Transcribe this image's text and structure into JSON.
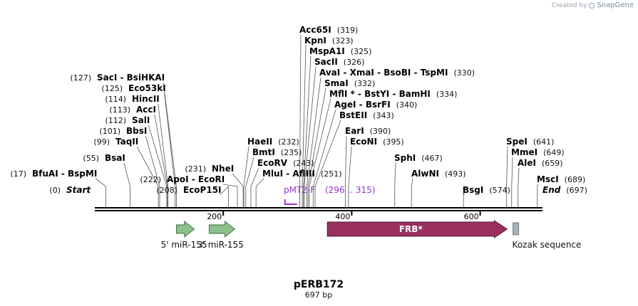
{
  "watermark": {
    "created_by": "Created by",
    "brand": "SnapGene"
  },
  "plasmid": {
    "name": "pERB172",
    "length_label": "697 bp",
    "length": 697
  },
  "colors": {
    "frb": "#99305f",
    "arrow_green": "#8cc08c",
    "kozak": "#a9b0b6",
    "primer": "#9933cc",
    "backbone": "#000000"
  },
  "axis": {
    "ticks": [
      200,
      400,
      600
    ]
  },
  "sites": [
    {
      "name": "Start",
      "pos": 0,
      "pos_label": "(0)",
      "italic": true
    },
    {
      "name": "BfuAI - BspMI",
      "pos": 17,
      "pos_label": "(17)"
    },
    {
      "name": "BsaI",
      "pos": 55,
      "pos_label": "(55)"
    },
    {
      "name": "TaqII",
      "pos": 99,
      "pos_label": "(99)"
    },
    {
      "name": "BbsI",
      "pos": 101,
      "pos_label": "(101)"
    },
    {
      "name": "SalI",
      "pos": 112,
      "pos_label": "(112)"
    },
    {
      "name": "AccI",
      "pos": 113,
      "pos_label": "(113)"
    },
    {
      "name": "HincII",
      "pos": 114,
      "pos_label": "(114)"
    },
    {
      "name": "Eco53kI",
      "pos": 125,
      "pos_label": "(125)"
    },
    {
      "name": "SacI - BsiHKAI",
      "pos": 127,
      "pos_label": "(127)"
    },
    {
      "name": "EcoP15I",
      "pos": 208,
      "pos_label": "(208)"
    },
    {
      "name": "ApoI - EcoRI",
      "pos": 222,
      "pos_label": "(222)"
    },
    {
      "name": "NheI",
      "pos": 231,
      "pos_label": "(231)"
    },
    {
      "name": "HaeII",
      "pos": 232,
      "pos_label": "(232)"
    },
    {
      "name": "BmtI",
      "pos": 235,
      "pos_label": "(235)"
    },
    {
      "name": "EcoRV",
      "pos": 243,
      "pos_label": "(243)"
    },
    {
      "name": "MluI - AflIII",
      "pos": 251,
      "pos_label": "(251)"
    },
    {
      "name": "Acc65I",
      "pos": 319,
      "pos_label": "(319)"
    },
    {
      "name": "KpnI",
      "pos": 323,
      "pos_label": "(323)"
    },
    {
      "name": "MspA1I",
      "pos": 325,
      "pos_label": "(325)"
    },
    {
      "name": "SacII",
      "pos": 326,
      "pos_label": "(326)"
    },
    {
      "name": "AvaI - XmaI - BsoBI - TspMI",
      "pos": 330,
      "pos_label": "(330)"
    },
    {
      "name": "SmaI",
      "pos": 332,
      "pos_label": "(332)"
    },
    {
      "name": "MflI * - BstYI - BamHI",
      "pos": 334,
      "pos_label": "(334)"
    },
    {
      "name": "AgeI - BsrFI",
      "pos": 340,
      "pos_label": "(340)"
    },
    {
      "name": "BstEII",
      "pos": 343,
      "pos_label": "(343)"
    },
    {
      "name": "EarI",
      "pos": 390,
      "pos_label": "(390)"
    },
    {
      "name": "EcoNI",
      "pos": 395,
      "pos_label": "(395)"
    },
    {
      "name": "SphI",
      "pos": 467,
      "pos_label": "(467)"
    },
    {
      "name": "AlwNI",
      "pos": 493,
      "pos_label": "(493)"
    },
    {
      "name": "BsgI",
      "pos": 574,
      "pos_label": "(574)"
    },
    {
      "name": "SpeI",
      "pos": 641,
      "pos_label": "(641)"
    },
    {
      "name": "MmeI",
      "pos": 649,
      "pos_label": "(649)"
    },
    {
      "name": "AleI",
      "pos": 659,
      "pos_label": "(659)"
    },
    {
      "name": "MscI",
      "pos": 689,
      "pos_label": "(689)"
    },
    {
      "name": "End",
      "pos": 697,
      "pos_label": "(697)",
      "italic": true
    }
  ],
  "primer": {
    "name": "pMT2-F",
    "range_label": "(296 .. 315)",
    "start": 296,
    "end": 315
  },
  "features": [
    {
      "name": "5' miR-155",
      "start": 127,
      "end": 155,
      "kind": "arrow_green"
    },
    {
      "name": "3' miR-155",
      "start": 178,
      "end": 218,
      "kind": "arrow_green"
    },
    {
      "name": "FRB*",
      "start": 362,
      "end": 642,
      "kind": "frb"
    },
    {
      "name": "Kozak sequence",
      "start": 651,
      "end": 660,
      "kind": "kozak"
    }
  ]
}
